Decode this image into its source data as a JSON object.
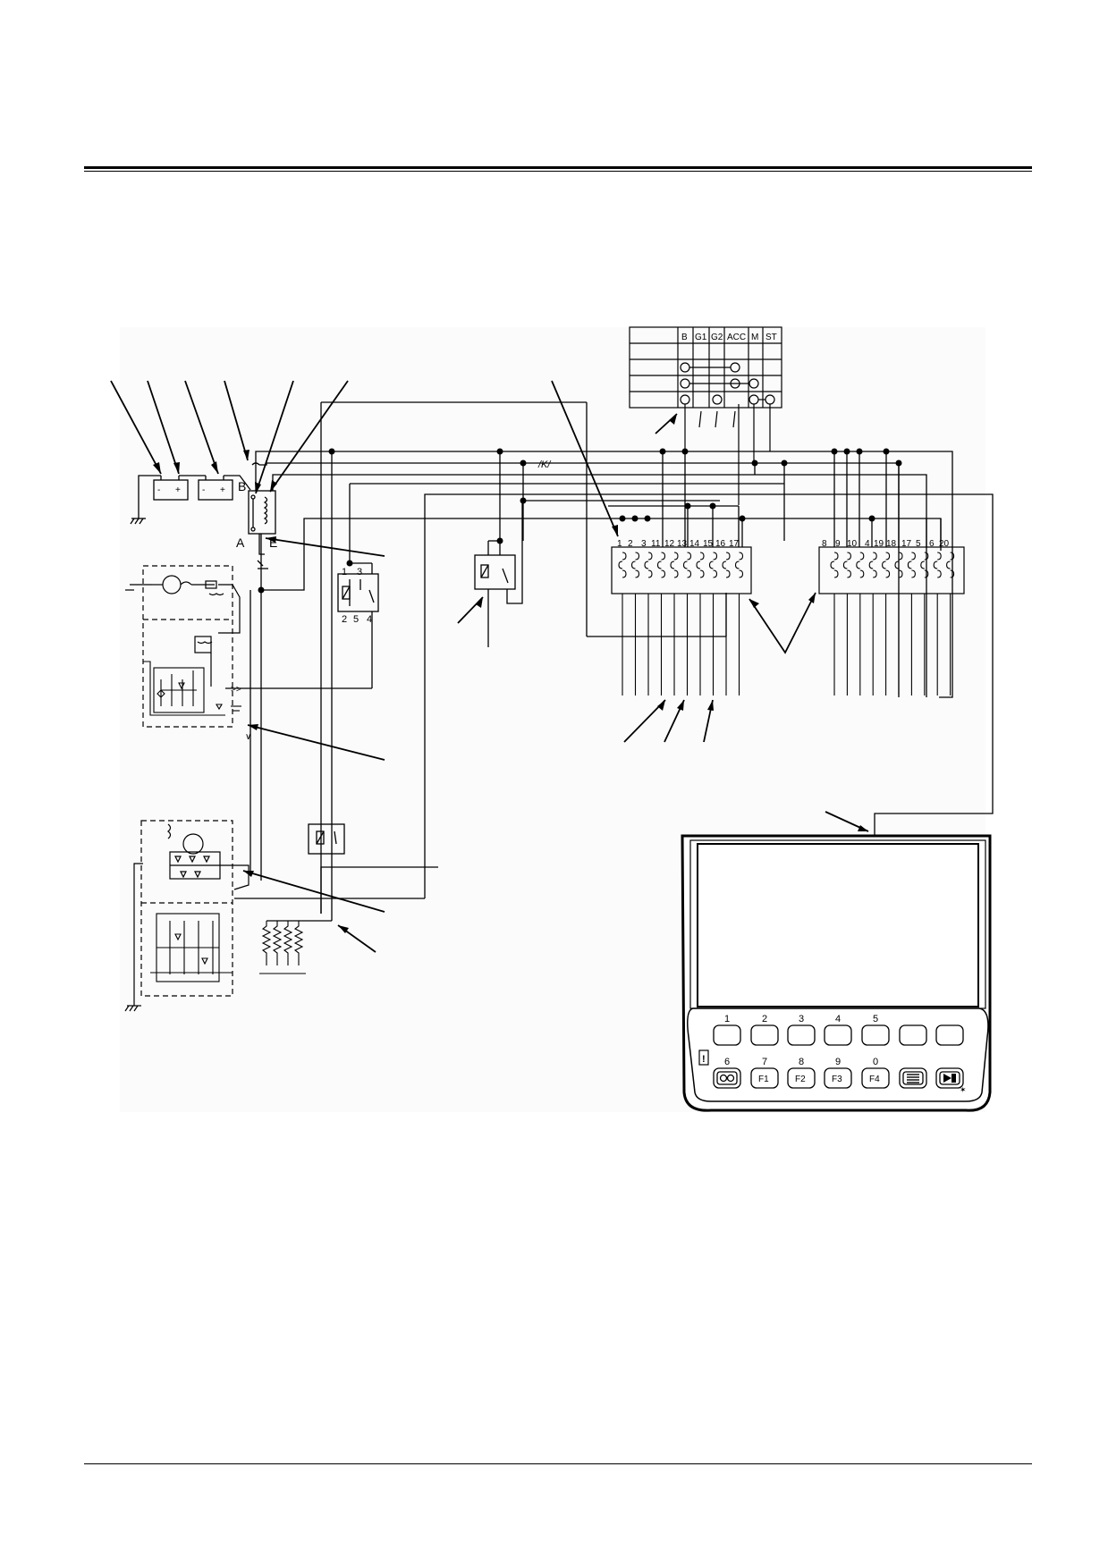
{
  "ignition_switch": {
    "columns": [
      "B",
      "G1",
      "G2",
      "ACC",
      "M",
      "ST"
    ]
  },
  "terminal_labels": {
    "a": "A",
    "b": "B",
    "e": "E"
  },
  "relay_terminals": [
    "1",
    "3",
    "2",
    "5",
    "4"
  ],
  "fusebox_left": {
    "numbers": [
      "1",
      "2",
      "3",
      "11",
      "12",
      "13",
      "14",
      "15",
      "16",
      "17"
    ]
  },
  "fusebox_right": {
    "numbers": [
      "8",
      "9",
      "10",
      "4",
      "19",
      "18",
      "17",
      "5",
      "6",
      "20"
    ]
  },
  "monitor": {
    "top_keys": [
      "1",
      "2",
      "3",
      "4",
      "5",
      "",
      ""
    ],
    "bottom_numbers": [
      "6",
      "7",
      "8",
      "9",
      "0",
      "",
      ""
    ],
    "bottom_keys": [
      "",
      "F1",
      "F2",
      "F3",
      "F4",
      "",
      ""
    ],
    "icons": [
      "camera-icon",
      "",
      "",
      "",
      "",
      "menu-icon",
      "escape-icon"
    ]
  },
  "wire_marker": "/K/"
}
